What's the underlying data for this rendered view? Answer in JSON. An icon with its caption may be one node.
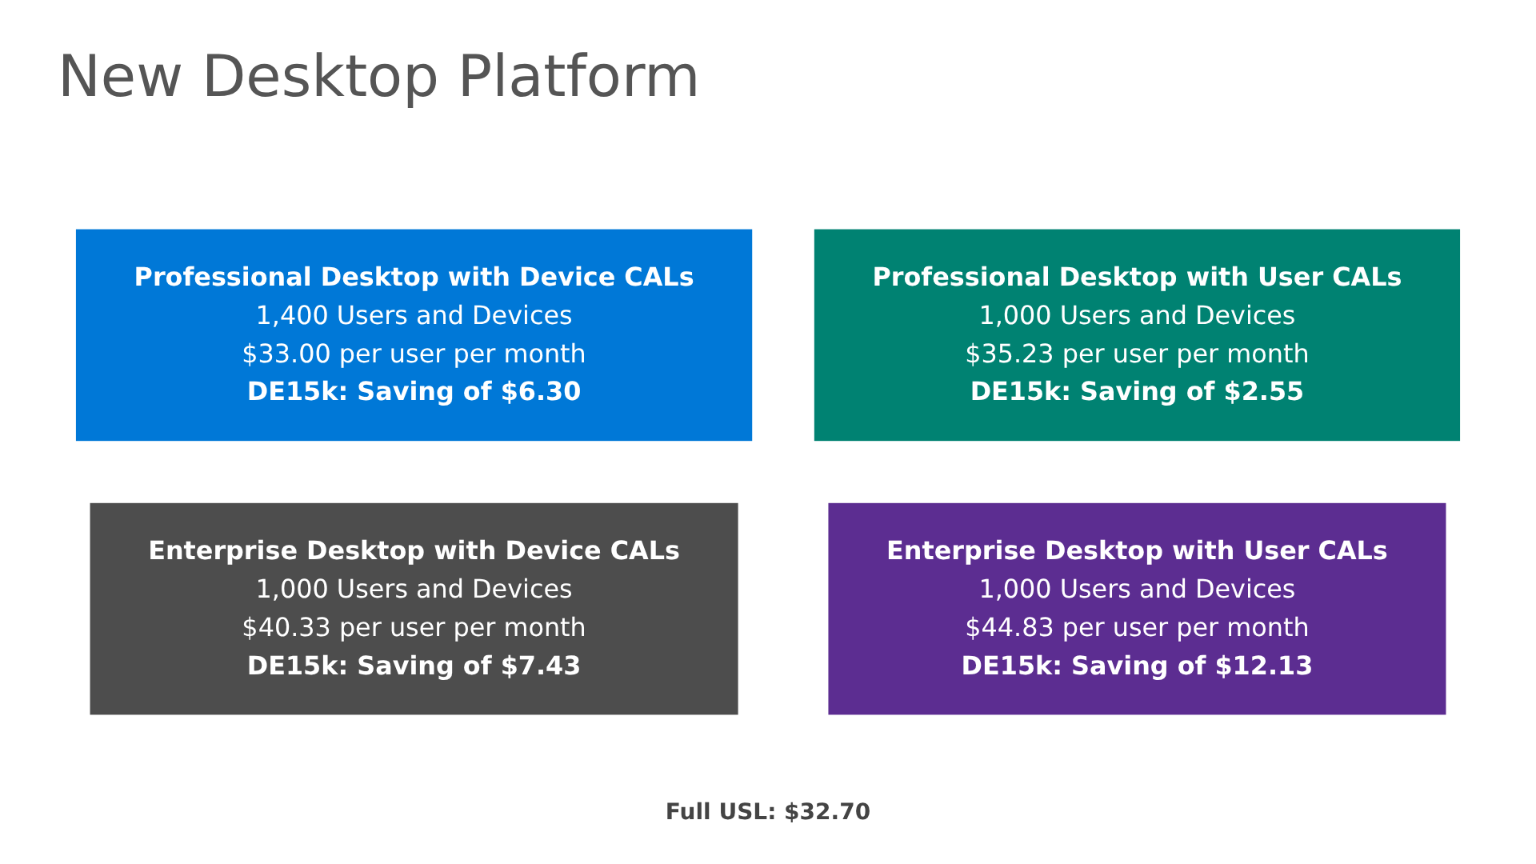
{
  "diagram": {
    "title": "New Desktop Platform",
    "nodes": [
      {
        "text": [
          "Professional Desktop with Device CALs",
          "1,400 Users and Devices",
          "$33.00 per user per month",
          "DE15k: Saving of $6.30"
        ]
      },
      {
        "text": [
          "Professional Desktop with User CALs",
          "1,000 Users and Devices",
          "$35.23 per user per month",
          "DE15k: Saving of $2.55"
        ]
      },
      {
        "text": [
          "Enterprise Desktop with Device CALs",
          "1,000 Users and Devices",
          "$40.33 per user per month",
          "DE15k: Saving of $7.43"
        ]
      },
      {
        "text": [
          "Enterprise Desktop with User CALs",
          "1,000 Users and Devices",
          "$44.83 per user per month",
          "DE15k: Saving of $12.13"
        ]
      }
    ],
    "edges": [],
    "labels": [
      "Full USL: $32.70"
    ]
  }
}
